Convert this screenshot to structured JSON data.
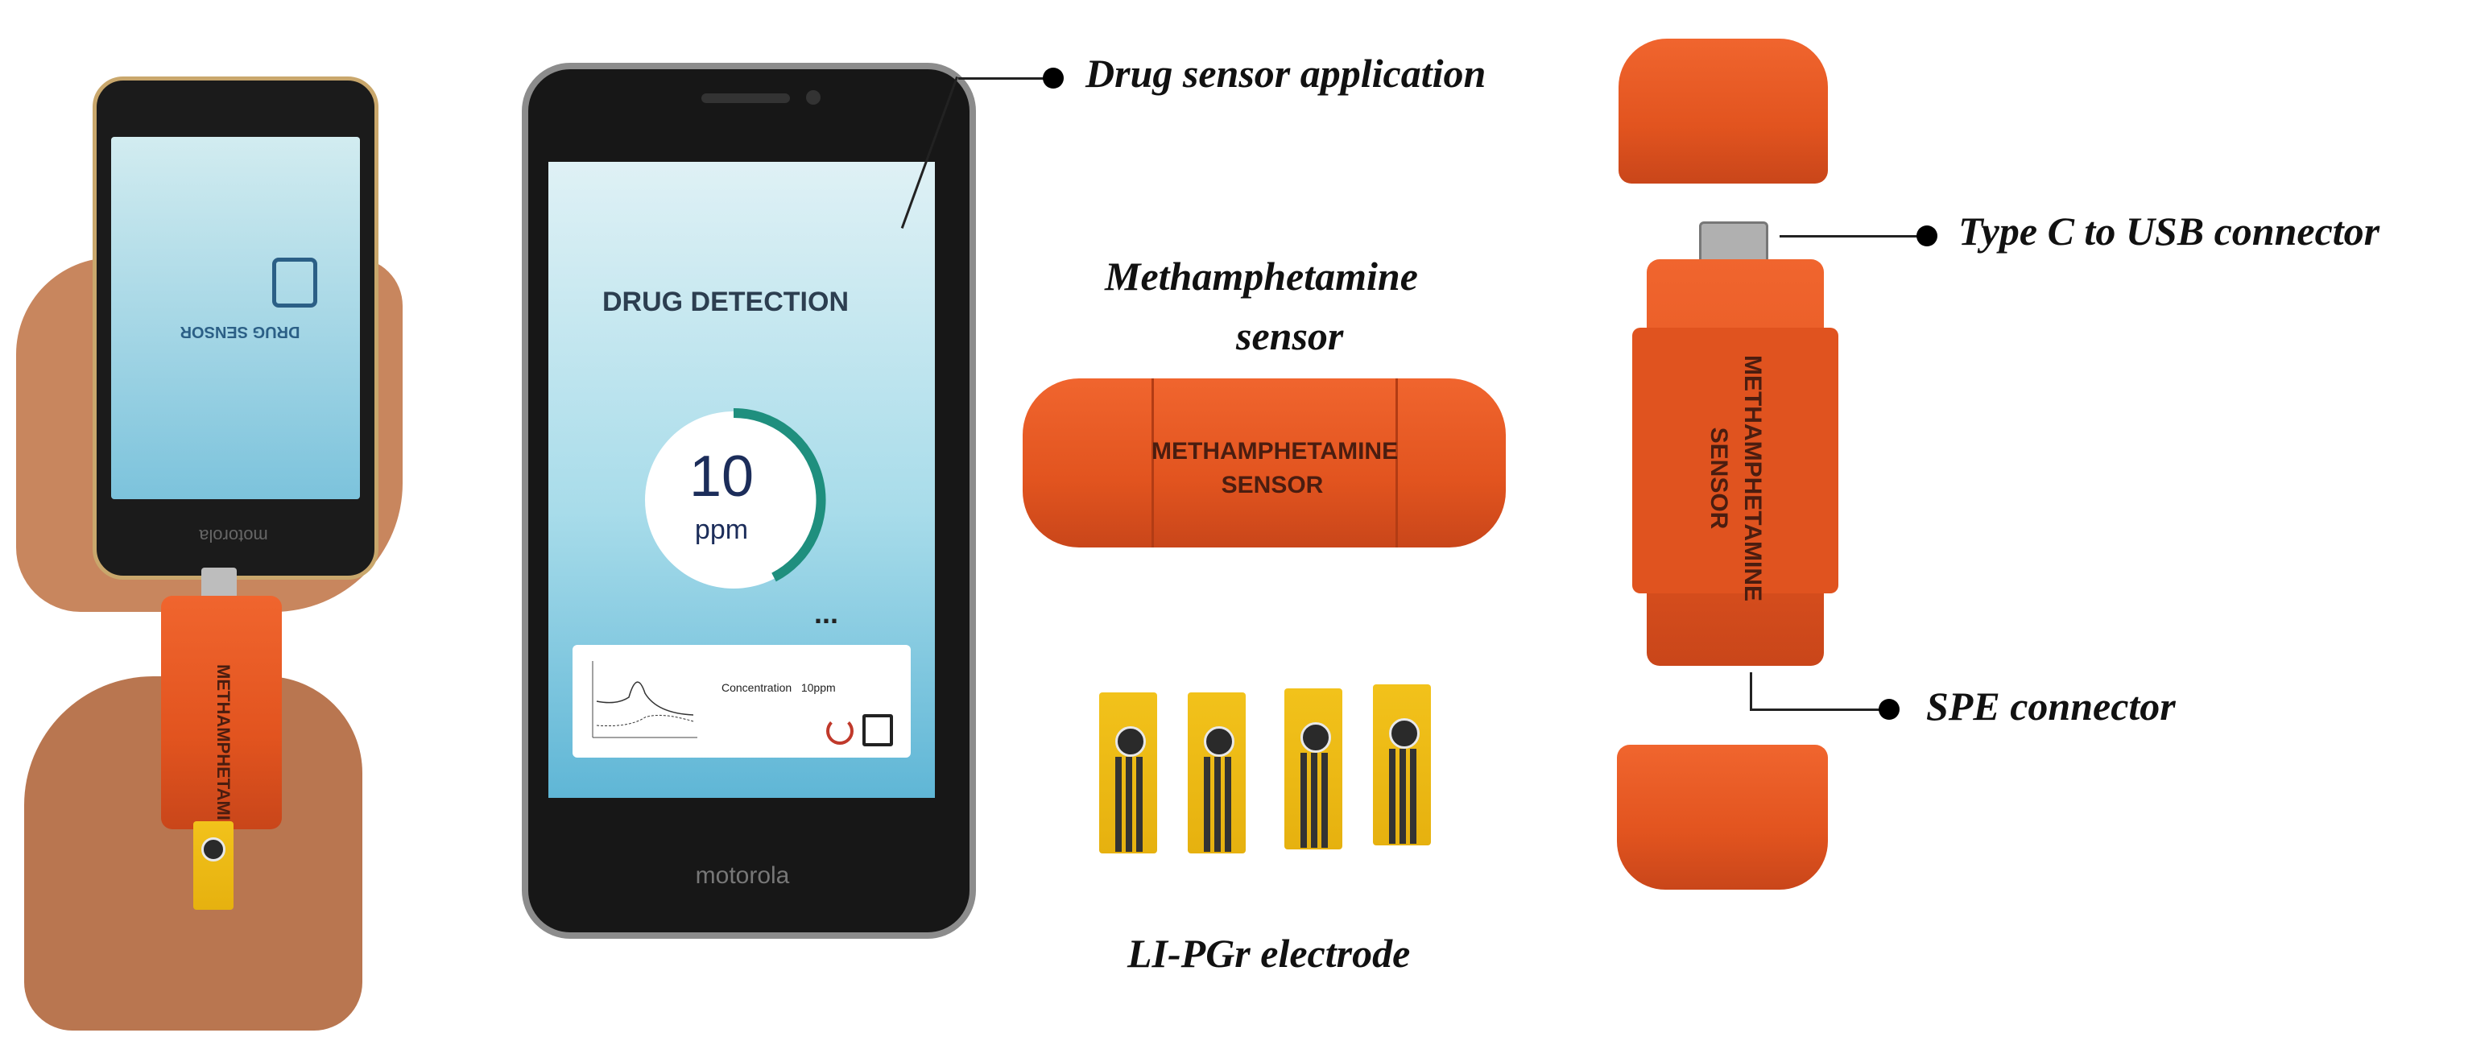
{
  "callouts": {
    "app": "Drug sensor application",
    "usb": "Type C to USB connector",
    "spe": "SPE connector",
    "sensor_line1": "Methamphetamine",
    "sensor_line2": "sensor",
    "electrode": "LI-PGr electrode"
  },
  "small_phone": {
    "splash_text": "DRUG SENSOR",
    "brand": "motorola"
  },
  "big_phone": {
    "header": "DRUG DETECTION",
    "value": "10",
    "unit": "ppm",
    "more": "...",
    "concentration_label": "Concentration",
    "concentration_value": "10ppm",
    "brand": "motorola"
  },
  "device_label": {
    "line1": "METHAMPHETAMINE",
    "line2": "SENSOR"
  },
  "colors": {
    "device_orange": "#e85a24",
    "gauge_teal": "#1f8f7e",
    "screen_top": "#cfe9ef",
    "screen_bottom": "#5fb6d6",
    "electrode_yellow": "#f2c21b"
  },
  "gauge": {
    "level_fraction": 0.45
  }
}
